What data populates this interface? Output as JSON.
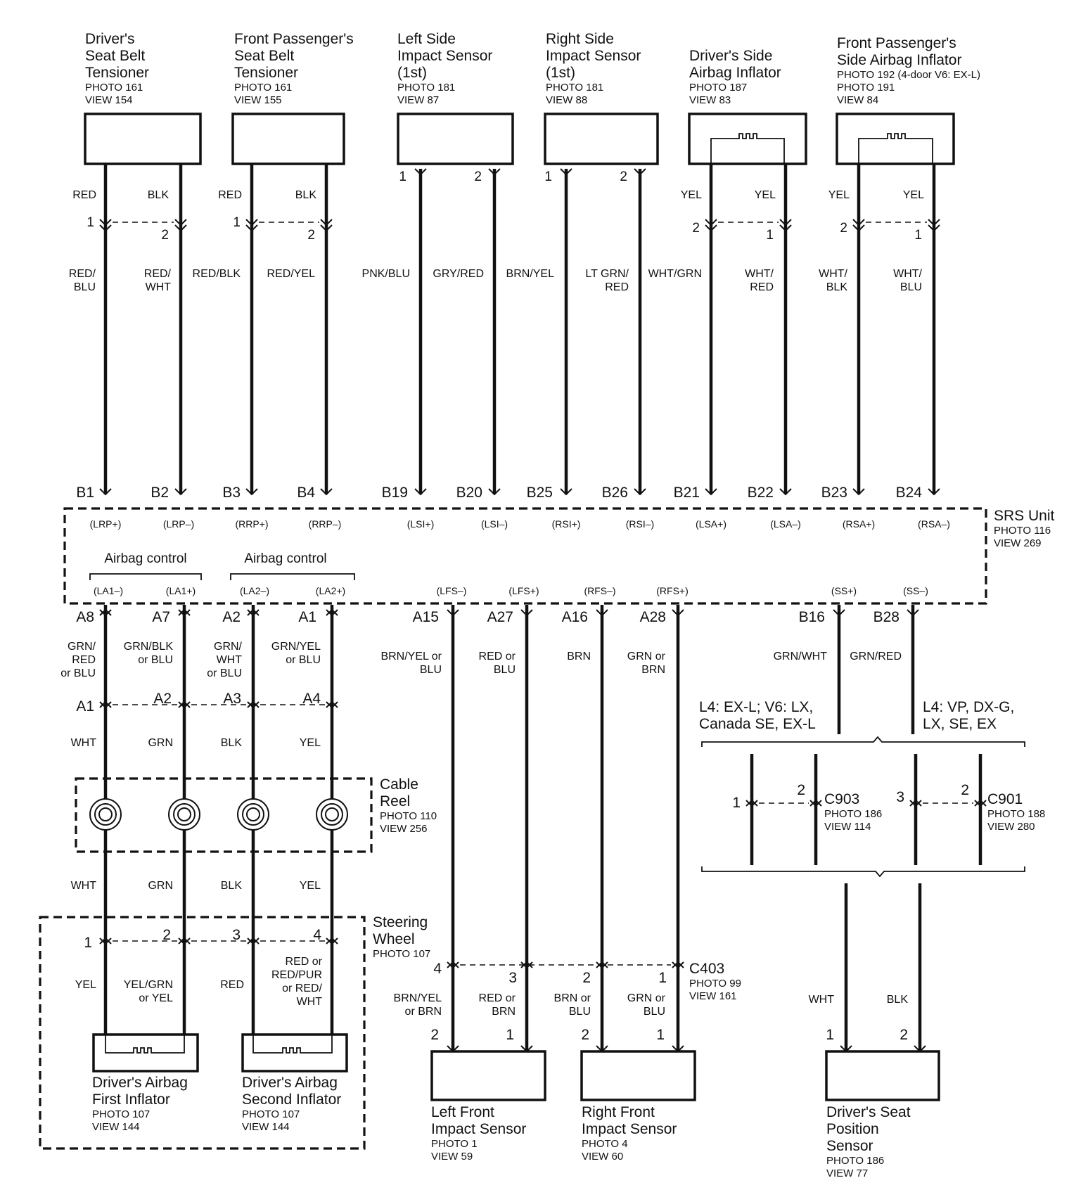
{
  "top_components": [
    {
      "lines": [
        "Driver's",
        "Seat Belt",
        "Tensioner"
      ],
      "photo": "PHOTO 161",
      "view": "VIEW 154"
    },
    {
      "lines": [
        "Front Passenger's",
        "Seat Belt",
        "Tensioner"
      ],
      "photo": "PHOTO 161",
      "view": "VIEW 155"
    },
    {
      "lines": [
        "Left Side",
        "Impact Sensor",
        "(1st)"
      ],
      "photo": "PHOTO 181",
      "view": "VIEW 87"
    },
    {
      "lines": [
        "Right Side",
        "Impact Sensor",
        "(1st)"
      ],
      "photo": "PHOTO 181",
      "view": "VIEW 88"
    },
    {
      "lines": [
        "Driver's Side",
        "Airbag Inflator"
      ],
      "photo": "PHOTO 187",
      "view": "VIEW 83"
    },
    {
      "lines": [
        "Front Passenger's",
        "Side Airbag Inflator"
      ],
      "photo": "PHOTO 192 (4-door V6: EX-L)",
      "photo2": "PHOTO 191",
      "view": "VIEW 84"
    }
  ],
  "top_wire_colors_upper": [
    "RED",
    "BLK",
    "RED",
    "BLK",
    "YEL",
    "YEL",
    "YEL",
    "YEL"
  ],
  "top_pins_upper": [
    "1",
    "2",
    "1",
    "2",
    "1",
    "2",
    "1",
    "2",
    "2",
    "1",
    "2",
    "1"
  ],
  "top_wire_colors_lower": [
    [
      "RED/",
      "BLU"
    ],
    [
      "RED/",
      "WHT"
    ],
    [
      "RED/BLK"
    ],
    [
      "RED/YEL"
    ],
    [
      "PNK/BLU"
    ],
    [
      "GRY/RED"
    ],
    [
      "BRN/YEL"
    ],
    [
      "LT GRN/",
      "RED"
    ],
    [
      "WHT/GRN"
    ],
    [
      "WHT/",
      "RED"
    ],
    [
      "WHT/",
      "BLK"
    ],
    [
      "WHT/",
      "BLU"
    ]
  ],
  "srs_top_pins": [
    "B1",
    "B2",
    "B3",
    "B4",
    "B19",
    "B20",
    "B25",
    "B26",
    "B21",
    "B22",
    "B23",
    "B24"
  ],
  "srs_top_signals": [
    "(LRP+)",
    "(LRP–)",
    "(RRP+)",
    "(RRP–)",
    "(LSI+)",
    "(LSI–)",
    "(RSI+)",
    "(RSI–)",
    "(LSA+)",
    "(LSA–)",
    "(RSA+)",
    "(RSA–)"
  ],
  "srs_unit": {
    "title": "SRS Unit",
    "photo": "PHOTO 116",
    "view": "VIEW 269"
  },
  "airbag_groups": [
    "Airbag control",
    "Airbag control"
  ],
  "srs_bottom_signals": [
    "(LA1–)",
    "(LA1+)",
    "(LA2–)",
    "(LA2+)",
    "(LFS–)",
    "(LFS+)",
    "(RFS–)",
    "(RFS+)",
    "(SS+)",
    "(SS–)"
  ],
  "srs_bottom_pins": [
    "A8",
    "A7",
    "A2",
    "A1",
    "A15",
    "A27",
    "A16",
    "A28",
    "B16",
    "B28"
  ],
  "left_wire_colors_1": [
    [
      "GRN/",
      "RED",
      "or BLU"
    ],
    [
      "GRN/BLK",
      "or BLU"
    ],
    [
      "GRN/",
      "WHT",
      "or BLU"
    ],
    [
      "GRN/YEL",
      "or BLU"
    ]
  ],
  "conn_pins_a": [
    "A1",
    "A2",
    "A3",
    "A4"
  ],
  "left_wire_colors_2": [
    "WHT",
    "GRN",
    "BLK",
    "YEL"
  ],
  "cable_reel": {
    "lines": [
      "Cable",
      "Reel"
    ],
    "photo": "PHOTO 110",
    "view": "VIEW 256"
  },
  "left_wire_colors_3": [
    "WHT",
    "GRN",
    "BLK",
    "YEL"
  ],
  "steering_wheel": {
    "lines": [
      "Steering",
      "Wheel"
    ],
    "photo": "PHOTO 107"
  },
  "steering_pins": [
    "1",
    "2",
    "3",
    "4"
  ],
  "left_wire_colors_4": [
    [
      "YEL"
    ],
    [
      "YEL/GRN",
      "or YEL"
    ],
    [
      "RED"
    ],
    [
      "RED or",
      "RED/PUR",
      "or RED/",
      "WHT"
    ]
  ],
  "inflators": [
    {
      "lines": [
        "Driver's Airbag",
        "First Inflator"
      ],
      "photo": "PHOTO 107",
      "view": "VIEW 144"
    },
    {
      "lines": [
        "Driver's Airbag",
        "Second Inflator"
      ],
      "photo": "PHOTO 107",
      "view": "VIEW 144"
    }
  ],
  "mid_wire_colors_1": [
    [
      "BRN/YEL or",
      "BLU"
    ],
    [
      "RED or",
      "BLU"
    ],
    [
      "BRN"
    ],
    [
      "GRN or",
      "BRN"
    ]
  ],
  "c403_pins": [
    "4",
    "3",
    "2",
    "1"
  ],
  "c403": {
    "name": "C403",
    "photo": "PHOTO 99",
    "view": "VIEW 161"
  },
  "mid_wire_colors_2": [
    [
      "BRN/YEL",
      "or BRN"
    ],
    [
      "RED or",
      "BRN"
    ],
    [
      "BRN or",
      "BLU"
    ],
    [
      "GRN or",
      "BLU"
    ]
  ],
  "front_sensor_pins": [
    "2",
    "1",
    "2",
    "1"
  ],
  "front_sensors": [
    {
      "lines": [
        "Left Front",
        "Impact Sensor"
      ],
      "photo": "PHOTO 1",
      "view": "VIEW 59"
    },
    {
      "lines": [
        "Right Front",
        "Impact Sensor"
      ],
      "photo": "PHOTO 4",
      "view": "VIEW 60"
    }
  ],
  "right_wire_colors_1": [
    "GRN/WHT",
    "GRN/RED"
  ],
  "variants": [
    [
      "L4: EX-L; V6: LX,",
      "Canada SE, EX-L"
    ],
    [
      "L4: VP, DX-G,",
      "LX, SE, EX"
    ]
  ],
  "right_conn_pins": [
    "1",
    "2",
    "3",
    "2"
  ],
  "c903": {
    "name": "C903",
    "photo": "PHOTO 186",
    "view": "VIEW 114"
  },
  "c901": {
    "name": "C901",
    "photo": "PHOTO 188",
    "view": "VIEW 280"
  },
  "right_wire_colors_2": [
    "WHT",
    "BLK"
  ],
  "seat_sensor_pins": [
    "1",
    "2"
  ],
  "seat_sensor": {
    "lines": [
      "Driver's Seat",
      "Position",
      "Sensor"
    ],
    "photo": "PHOTO 186",
    "view": "VIEW 77"
  }
}
